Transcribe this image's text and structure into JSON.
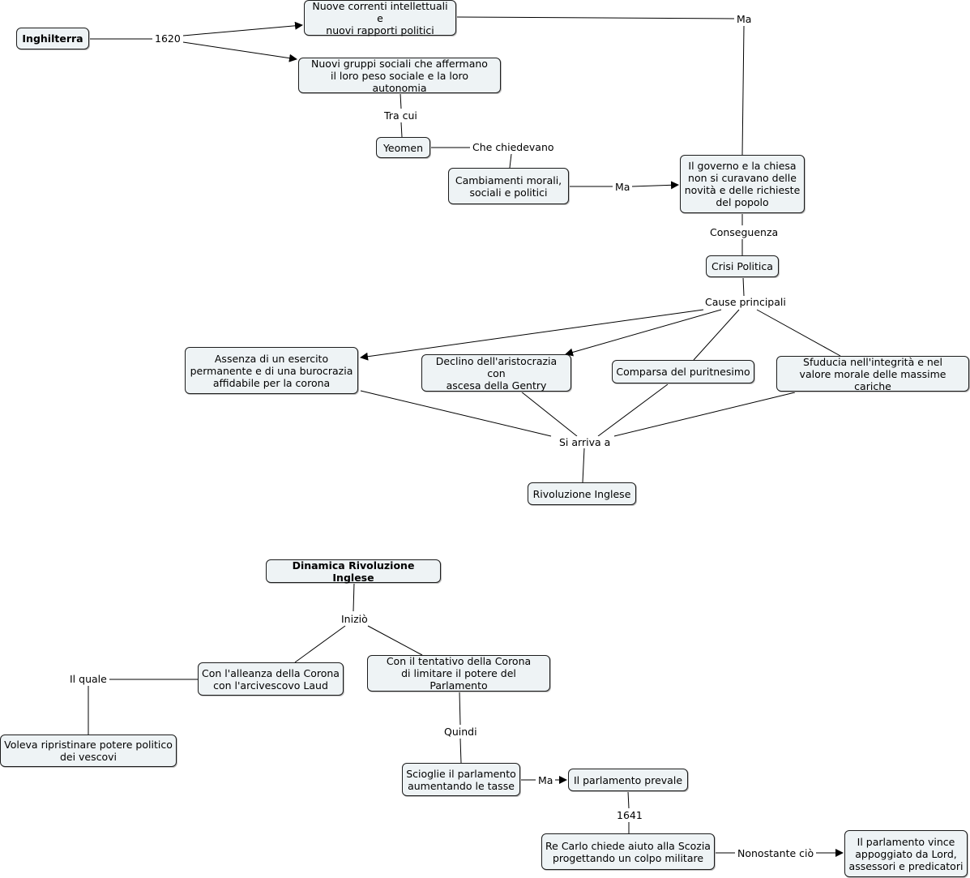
{
  "concepts": {
    "inghilterra": "Inghilterra",
    "nuove_correnti": "Nuove correnti intellettuali e\nnuovi rapporti politici",
    "nuovi_gruppi": "Nuovi gruppi sociali che affermano\nil loro peso sociale e la loro autonomia",
    "yeomen": "Yeomen",
    "cambiamenti": "Cambiamenti morali,\nsociali e politici",
    "governo_chiesa": "Il governo e la chiesa\nnon si curavano delle\nnovità e delle richieste\ndel popolo",
    "crisi_politica": "Crisi Politica",
    "assenza_esercito": "Assenza di un esercito\npermanente e di una burocrazia\naffidabile per la corona",
    "declino": "Declino dell'aristocrazia con\nascesa della Gentry",
    "comparsa": "Comparsa del puritnesimo",
    "sfiducia": "Sfuducia nell'integrità e nel\nvalore morale delle massime cariche",
    "rivoluzione": "Rivoluzione Inglese",
    "dinamica": "Dinamica Rivoluzione Inglese",
    "alleanza": "Con l'alleanza della Corona\ncon l'arcivescovo Laud",
    "tentativo": "Con il tentativo della Corona\ndi limitare il potere del Parlamento",
    "voleva": "Voleva ripristinare potere politico\ndei vescovi",
    "scioglie": "Scioglie il parlamento\naumentando le tasse",
    "prevale": "Il parlamento prevale",
    "re_carlo": "Re Carlo chiede aiuto alla Scozia\nprogettando un colpo militare",
    "vince": "Il parlamento vince\nappoggiato da Lord,\nassessori e predicatori"
  },
  "linking_phrases": {
    "y1620": "1620",
    "ma_top": "Ma",
    "tra_cui": "Tra cui",
    "che_chiedevano": "Che chiedevano",
    "ma_mid": "Ma",
    "conseguenza": "Conseguenza",
    "cause_principali": "Cause principali",
    "si_arriva_a": "Si arriva a",
    "inizio": "Iniziò",
    "il_quale": "Il quale",
    "quindi": "Quindi",
    "ma_bottom": "Ma",
    "y1641": "1641",
    "nonostante": "Nonostante ciò"
  },
  "colors": {
    "node_fill": "#eef3f5",
    "node_border": "#1c1c1c",
    "connector": "#000000"
  }
}
